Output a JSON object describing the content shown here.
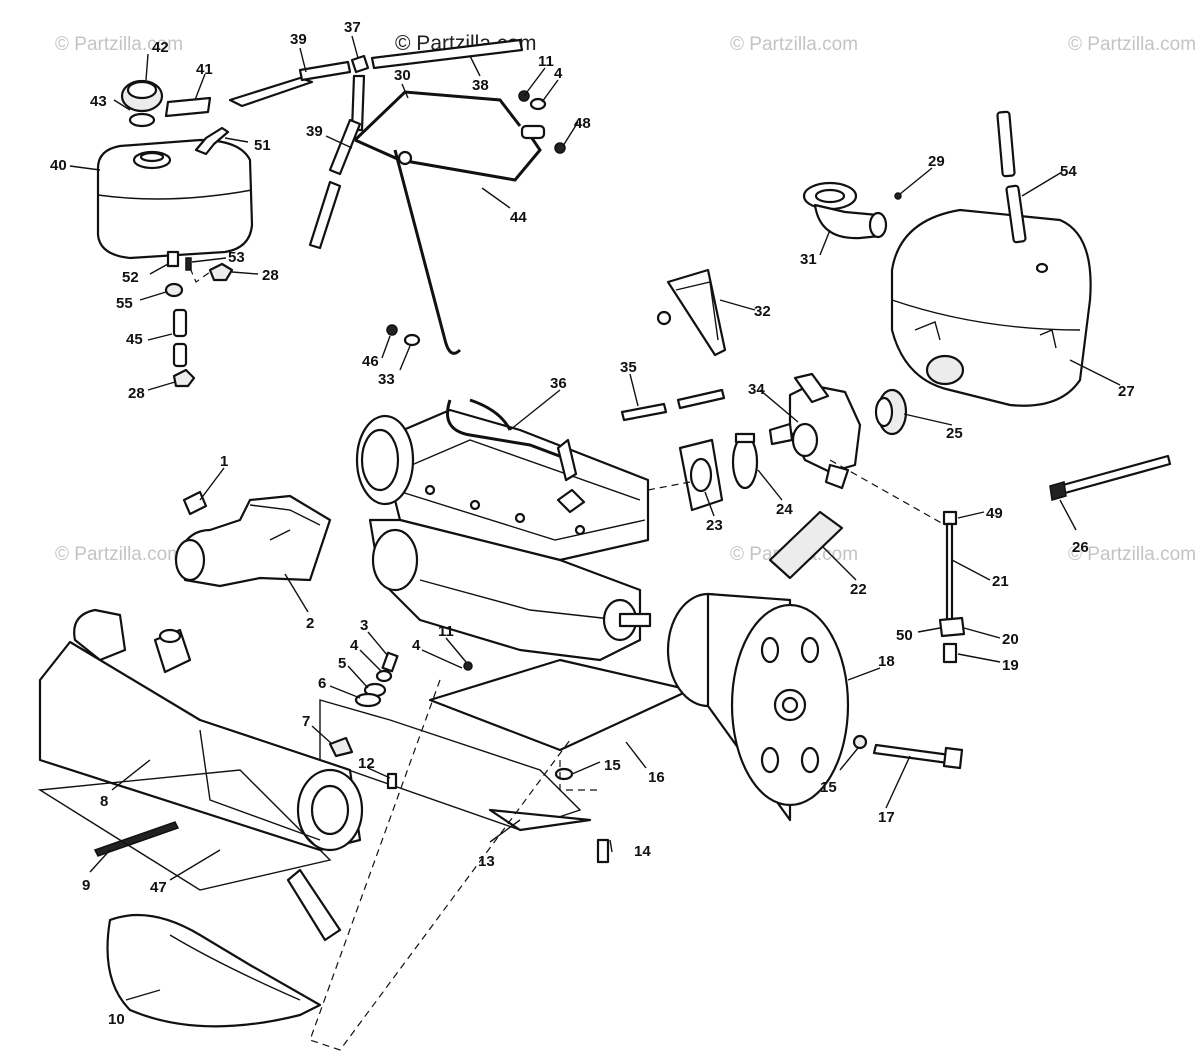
{
  "watermarks": {
    "main": "© Partzilla.com",
    "faded": "© Partzilla.com"
  },
  "callouts": {
    "n1": "1",
    "n2": "2",
    "n3": "3",
    "n4a": "4",
    "n4b": "4",
    "n4c": "4",
    "n5": "5",
    "n6": "6",
    "n7": "7",
    "n8": "8",
    "n9": "9",
    "n10": "10",
    "n11a": "11",
    "n11b": "11",
    "n12": "12",
    "n13": "13",
    "n14": "14",
    "n15a": "15",
    "n15b": "15",
    "n16": "16",
    "n17": "17",
    "n18": "18",
    "n19": "19",
    "n20": "20",
    "n21": "21",
    "n22": "22",
    "n23": "23",
    "n24": "24",
    "n25": "25",
    "n26": "26",
    "n27": "27",
    "n28a": "28",
    "n28b": "28",
    "n29": "29",
    "n30": "30",
    "n31": "31",
    "n32": "32",
    "n33": "33",
    "n34": "34",
    "n35": "35",
    "n36": "36",
    "n37": "37",
    "n38": "38",
    "n39a": "39",
    "n39b": "39",
    "n40": "40",
    "n41": "41",
    "n42": "42",
    "n43": "43",
    "n44": "44",
    "n45": "45",
    "n46": "46",
    "n47": "47",
    "n48": "48",
    "n49": "49",
    "n50": "50",
    "n51": "51",
    "n52": "52",
    "n53": "53",
    "n54": "54",
    "n55": "55"
  }
}
